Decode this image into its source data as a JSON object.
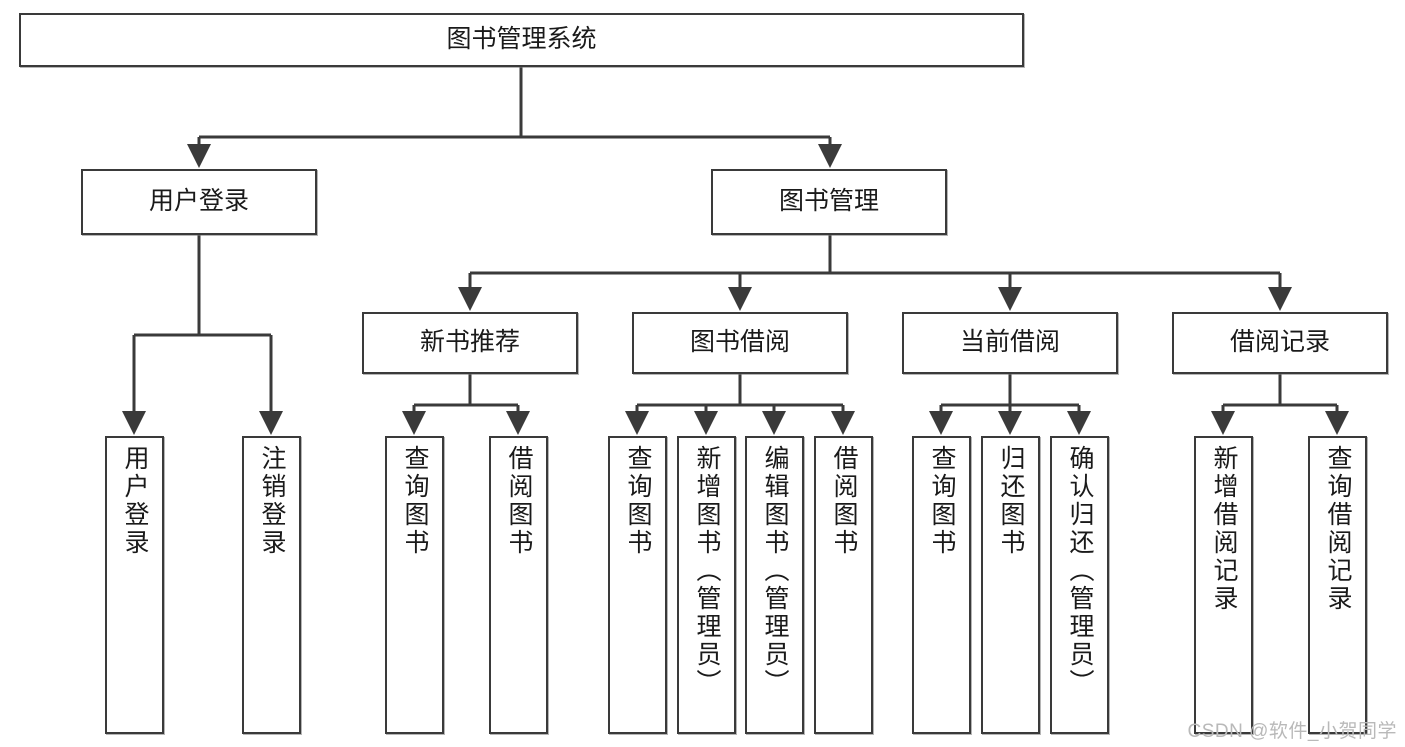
{
  "diagram": {
    "title": "图书管理系统",
    "watermark": "CSDN @软件_小贺同学",
    "line_color": "#3a3a3a",
    "box_fill": "#ffffff",
    "text_color": "#1a1a1a",
    "nodes": {
      "root": {
        "label": "图书管理系统"
      },
      "level2": [
        {
          "id": "user-login",
          "label": "用户登录"
        },
        {
          "id": "book-manage",
          "label": "图书管理"
        }
      ],
      "level3": [
        {
          "id": "new-book-recommend",
          "label": "新书推荐"
        },
        {
          "id": "book-borrow",
          "label": "图书借阅"
        },
        {
          "id": "current-borrow",
          "label": "当前借阅"
        },
        {
          "id": "borrow-record",
          "label": "借阅记录"
        }
      ],
      "leaves": {
        "user-login": [
          {
            "id": "leaf-user-login",
            "label": "用户登录"
          },
          {
            "id": "leaf-logout-login",
            "label": "注销登录"
          }
        ],
        "new-book-recommend": [
          {
            "id": "leaf-query-book-1",
            "label": "查询图书"
          },
          {
            "id": "leaf-borrow-book-1",
            "label": "借阅图书"
          }
        ],
        "book-borrow": [
          {
            "id": "leaf-query-book-2",
            "label": "查询图书"
          },
          {
            "id": "leaf-add-book",
            "label": "新增图书（管理员）"
          },
          {
            "id": "leaf-edit-book",
            "label": "编辑图书（管理员）"
          },
          {
            "id": "leaf-borrow-book-2",
            "label": "借阅图书"
          }
        ],
        "current-borrow": [
          {
            "id": "leaf-query-book-3",
            "label": "查询图书"
          },
          {
            "id": "leaf-return-book",
            "label": "归还图书"
          },
          {
            "id": "leaf-confirm-return",
            "label": "确认归还（管理员）"
          }
        ],
        "borrow-record": [
          {
            "id": "leaf-add-record",
            "label": "新增借阅记录"
          },
          {
            "id": "leaf-query-record",
            "label": "查询借阅记录"
          }
        ]
      }
    }
  }
}
